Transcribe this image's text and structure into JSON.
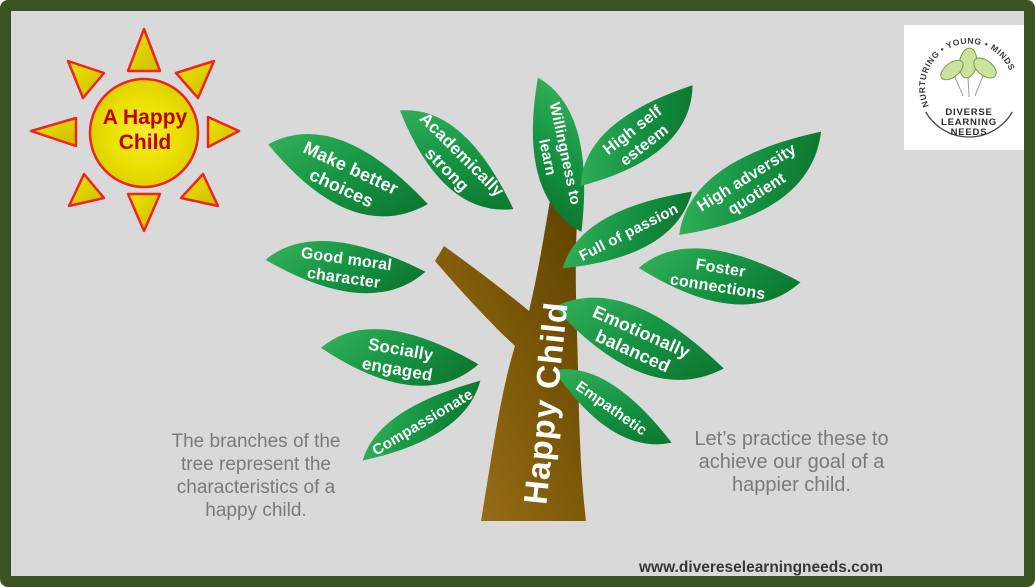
{
  "sun": {
    "line1": "A Happy",
    "line2": "Child"
  },
  "logo": {
    "arc_text": "NURTURING • YOUNG • MINDS",
    "name_lines": [
      "DIVERSE",
      "LEARNING",
      "NEEDS"
    ]
  },
  "tree": {
    "trunk_label": "Happy Child",
    "leaves": [
      {
        "label": "Make better\nchoices"
      },
      {
        "label": "Academically\nstrong"
      },
      {
        "label": "Willingness to\nlearn"
      },
      {
        "label": "High self\nesteem"
      },
      {
        "label": "High adversity\nquotient"
      },
      {
        "label": "Full of passion"
      },
      {
        "label": "Foster\nconnections"
      },
      {
        "label": "Good moral\ncharacter"
      },
      {
        "label": "Emotionally\nbalanced"
      },
      {
        "label": "Socially\nengaged"
      },
      {
        "label": "Empathetic"
      },
      {
        "label": "Compassionate"
      }
    ]
  },
  "captions": {
    "left": "The branches of the\ntree represent the\ncharacteristics of a\nhappy child.",
    "right": "Let’s practice these to\nachieve our goal of a\nhappier child."
  },
  "footer": {
    "website": "www.divereselearningneeds.com"
  },
  "colors": {
    "background": "#d9d9d9",
    "border": "#3a5323",
    "leaf_light": "#3ab55d",
    "leaf_dark": "#0d7a31",
    "trunk_dark": "#5c4100",
    "trunk_light": "#a0741f",
    "sun_fill": "#eee200",
    "sun_stroke": "#ee2424",
    "sun_text": "#c00000",
    "logo_leaf": "#cde29e",
    "caption_text": "#7a7a7a"
  }
}
